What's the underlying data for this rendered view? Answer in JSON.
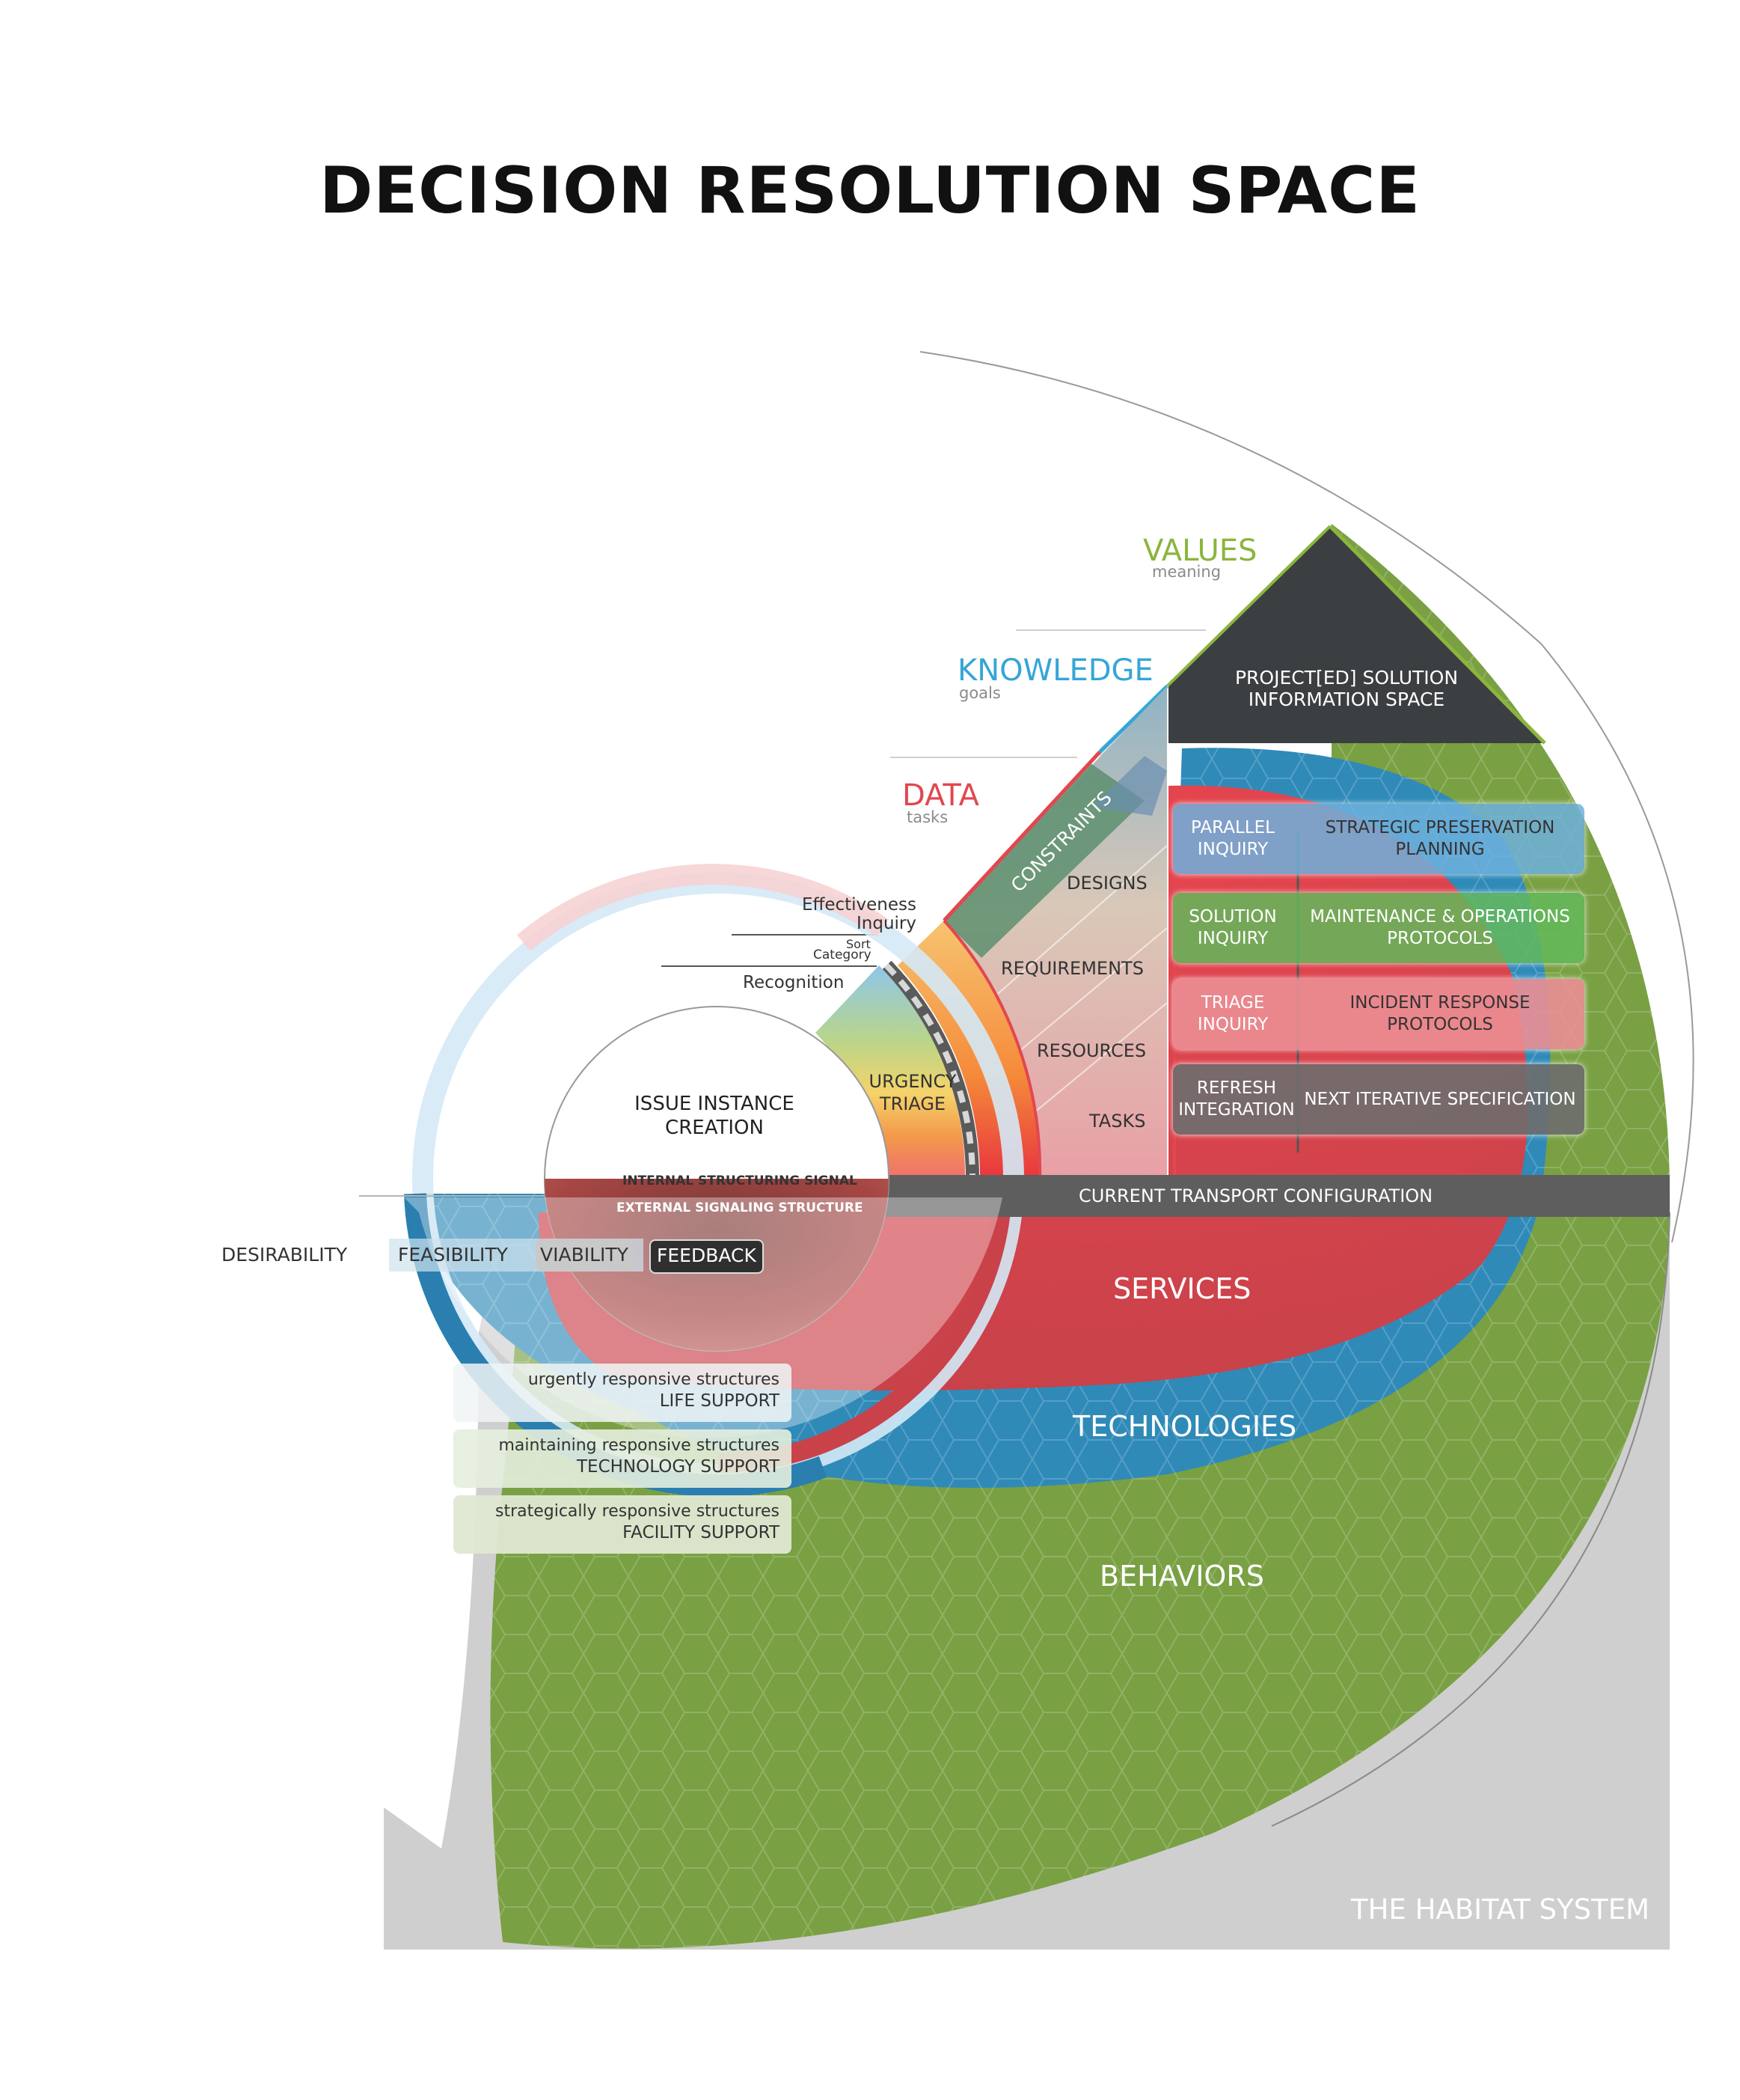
{
  "title": "DECISION RESOLUTION SPACE",
  "levels": {
    "values": {
      "label": "VALUES",
      "sub": "meaning",
      "color": "#8bb53d"
    },
    "knowledge": {
      "label": "KNOWLEDGE",
      "sub": "goals",
      "color": "#35a6d6"
    },
    "data": {
      "label": "DATA",
      "sub": "tasks",
      "color": "#e2474f"
    }
  },
  "projected_space": "PROJECT[ED] SOLUTION INFORMATION SPACE",
  "constraints": "CONSTRAINTS",
  "steps": [
    "DESIGNS",
    "REQUIREMENTS",
    "RESOURCES",
    "TASKS"
  ],
  "inquiry_steps": [
    "Effectiveness Inquiry",
    "Sort",
    "Category",
    "Recognition"
  ],
  "urgency": "URGENCY TRIAGE",
  "issue": "ISSUE INSTANCE CREATION",
  "internal_signal": "INTERNAL STRUCTURING SIGNAL",
  "external_signal": "EXTERNAL SIGNALING STRUCTURE",
  "transport": "CURRENT TRANSPORT CONFIGURATION",
  "rows": [
    {
      "left": "PARALLEL INQUIRY",
      "right": "STRATEGIC PRESERVATION PLANNING",
      "color": "#6fb1dd"
    },
    {
      "left": "SOLUTION INQUIRY",
      "right": "MAINTENANCE & OPERATIONS PROTOCOLS",
      "color": "#63b95b"
    },
    {
      "left": "TRIAGE INQUIRY",
      "right": "INCIDENT RESPONSE PROTOCOLS",
      "color": "#ec8f95"
    },
    {
      "left": "REFRESH INTEGRATION",
      "right": "NEXT ITERATIVE SPECIFICATION",
      "color": "#6e6e6e"
    }
  ],
  "criteria": [
    "DESIRABILITY",
    "FEASIBILITY",
    "VIABILITY",
    "FEEDBACK"
  ],
  "layers": [
    "SERVICES",
    "TECHNOLOGIES",
    "BEHAVIORS"
  ],
  "supports": [
    {
      "a": "urgently responsive structures",
      "b": "LIFE SUPPORT"
    },
    {
      "a": "maintaining responsive structures",
      "b": "TECHNOLOGY SUPPORT"
    },
    {
      "a": "strategically responsive structures",
      "b": "FACILITY SUPPORT"
    }
  ],
  "system": "THE HABITAT SYSTEM"
}
